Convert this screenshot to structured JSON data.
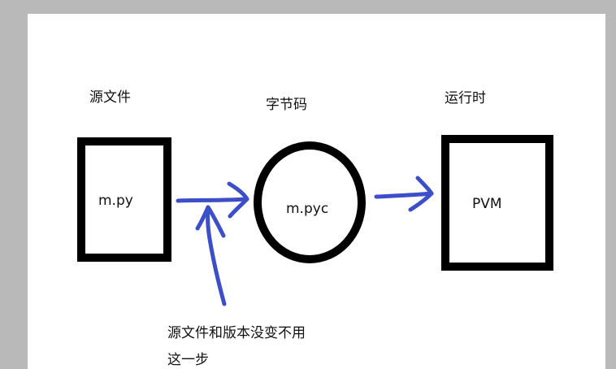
{
  "nodes": {
    "source": {
      "title": "源文件",
      "content": "m.py"
    },
    "bytecode": {
      "title": "字节码",
      "content": "m.pyc"
    },
    "runtime": {
      "title": "运行时",
      "content": "PVM"
    }
  },
  "note": {
    "line1": "源文件和版本没变不用",
    "line2": "这一步"
  },
  "colors": {
    "pen": "#3d4ec9",
    "outline": "#000000"
  }
}
